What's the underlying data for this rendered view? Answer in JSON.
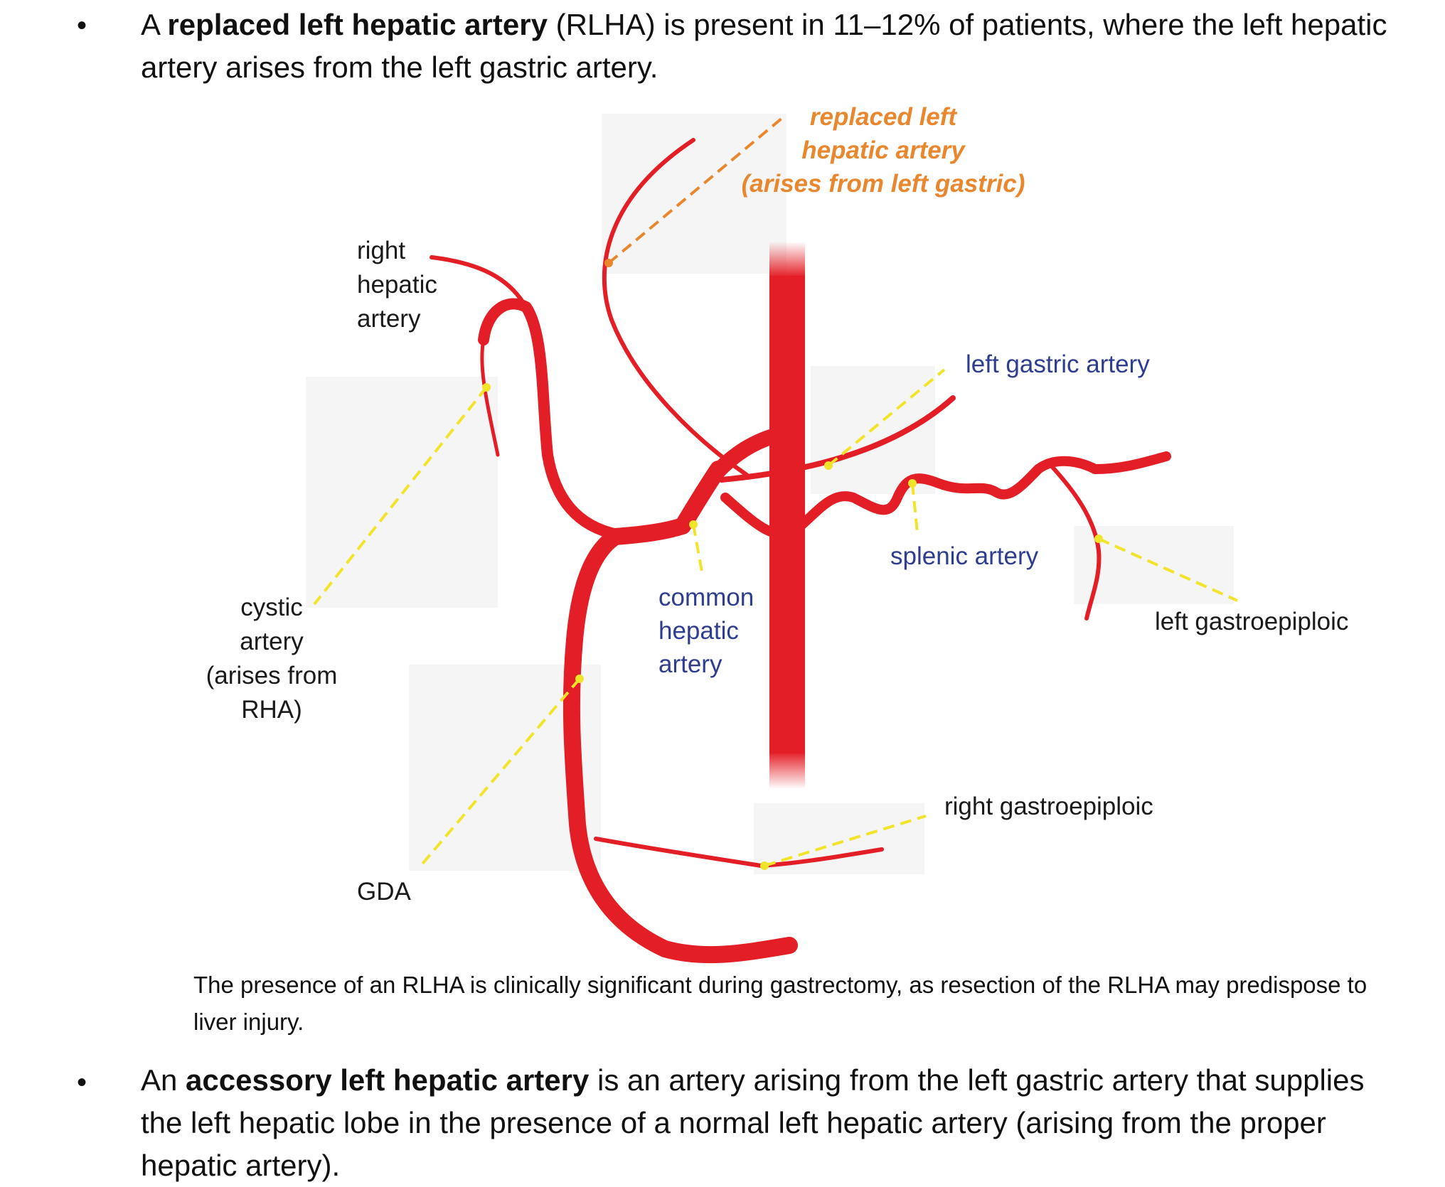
{
  "bullet1": {
    "marker": "•",
    "pre": "A ",
    "bold": "replaced left hepatic artery",
    "post": " (RLHA) is present in 11–12% of patients, where the left hepatic artery arises from the left gastric artery."
  },
  "note": "The presence of an RLHA is clinically significant during gastrectomy, as resection of the RLHA may predispose to liver injury.",
  "bullet2": {
    "marker": "•",
    "pre": "An ",
    "bold": "accessory left hepatic artery",
    "post": " is an artery arising from the left gastric artery that supplies the left hepatic lobe in the presence of a normal left hepatic artery (arising from the proper hepatic artery)."
  },
  "labels": {
    "rlha": [
      "replaced left",
      "hepatic artery",
      "(arises from left gastric)"
    ],
    "rha": [
      "right",
      "hepatic",
      "artery"
    ],
    "left_gastric": "left gastric artery",
    "cystic": [
      "cystic",
      "artery",
      "(arises from",
      "RHA)"
    ],
    "splenic": "splenic artery",
    "common_hepatic": [
      "common",
      "hepatic",
      "artery"
    ],
    "left_gastroepiploic": "left gastroepiploic",
    "right_gastroepiploic": "right gastroepiploic",
    "gda": "GDA"
  },
  "colors": {
    "artery": "#e41e26",
    "leader_line": "#f2e32b",
    "label_blue": "#2e3d8f",
    "label_orange": "#e8872d",
    "label_black": "#1a1a1a"
  }
}
